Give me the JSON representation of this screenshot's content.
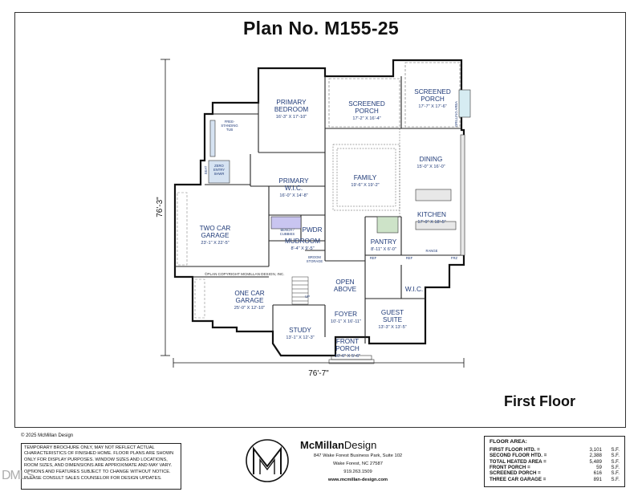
{
  "title": "Plan No. M155-25",
  "subtitle": "First Floor",
  "dimensions": {
    "width": "76'-7\"",
    "depth": "76'-3\""
  },
  "rooms": [
    {
      "name": "PRIMARY\nBEDROOM",
      "dim": "16'-3\" X 17'-10\""
    },
    {
      "name": "SCREENED\nPORCH",
      "dim": "17'-2\" X 16'-4\""
    },
    {
      "name": "SCREENED\nPORCH",
      "dim": "17'-7\" X 17'-6\""
    },
    {
      "name": "DINING",
      "dim": "15'-0\" X 16'-0\""
    },
    {
      "name": "FAMILY",
      "dim": "19'-6\" X 19'-2\""
    },
    {
      "name": "PRIMARY\nW.I.C.",
      "dim": "16'-0\" X 14'-8\""
    },
    {
      "name": "KITCHEN",
      "dim": "17'-9\" X 18'-5\""
    },
    {
      "name": "TWO CAR\nGARAGE",
      "dim": "23'-1\" X 22'-5\""
    },
    {
      "name": "PWDR",
      "dim": ""
    },
    {
      "name": "MUDROOM",
      "dim": "8'-4\" X 9'-5\""
    },
    {
      "name": "PANTRY",
      "dim": "8'-11\" X 6'-0\""
    },
    {
      "name": "OPEN\nABOVE",
      "dim": ""
    },
    {
      "name": "ONE CAR\nGARAGE",
      "dim": "25'-0\" X 12'-10\""
    },
    {
      "name": "W.I.C.",
      "dim": ""
    },
    {
      "name": "FOYER",
      "dim": "10'-1\" X 16'-11\""
    },
    {
      "name": "GUEST\nSUITE",
      "dim": "13'-3\" X 13'-5\""
    },
    {
      "name": "STUDY",
      "dim": "13'-1\" X 12'-3\""
    },
    {
      "name": "FRONT\nPORCH",
      "dim": "10'-6\" X 5'-6\""
    }
  ],
  "labels": {
    "freestanding_tub": "FREE-\nSTANDING\nTUB",
    "zero_entry_shwr": "ZERO\nENTRY\nSHWR",
    "bench_cubbies": "BENCH /\nCUBBIES",
    "broom_storage": "BROOM\nSTORAGE",
    "grilling_area": "GRILLING AREA",
    "range": "RANGE",
    "ref": "REF",
    "frz": "FRZ",
    "seat": "SEAT",
    "up": "UP",
    "plan_copyright": "©PLAN COPYRIGHT MCMILLAN DESIGN, INC."
  },
  "footer": {
    "copyright": "© 2025 McMillan Design",
    "disclaimer": "TEMPORARY BROCHURE ONLY, MAY NOT REFLECT ACTUAL CHARACTERISTICS OF FINISHED HOME. FLOOR PLANS ARE SHOWN ONLY FOR DISPLAY PURPOSES. WINDOW SIZES AND LOCATIONS, ROOM SIZES, AND DIMENSIONS ARE APPROXIMATE AND MAY VARY. OPTIONS AND FEATURES SUBJECT TO CHANGE WITHOUT NOTICE. PLEASE CONSULT SALES COUNSELOR FOR DESIGN UPDATES.",
    "watermark": "DMLS"
  },
  "brand": {
    "name_bold": "McMillan",
    "name_light": "Design",
    "address1": "847 Wake Forest Business Park, Suite 102",
    "address2": "Wake Forest, NC 27587",
    "phone": "919.263.1509",
    "web": "www.mcmillan-design.com"
  },
  "floor_area": {
    "heading": "FLOOR AREA:",
    "rows": [
      {
        "label": "FIRST FLOOR HTD. =",
        "value": "3,101",
        "unit": "S.F."
      },
      {
        "label": "SECOND FLOOR HTD. =",
        "value": "2,388",
        "unit": "S.F."
      },
      {
        "label": "TOTAL HEATED AREA =",
        "value": "5,489",
        "unit": "S.F."
      },
      {
        "label": "FRONT PORCH =",
        "value": "59",
        "unit": "S.F."
      },
      {
        "label": "SCREENED PORCH =",
        "value": "616",
        "unit": "S.F."
      },
      {
        "label": "THREE CAR GARAGE =",
        "value": "891",
        "unit": "S.F."
      }
    ]
  }
}
